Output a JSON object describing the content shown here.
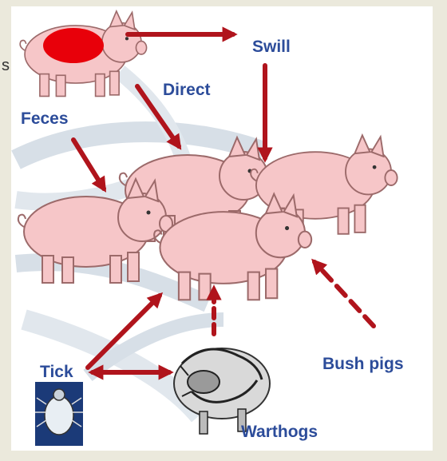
{
  "labels": {
    "swill": "Swill",
    "direct": "Direct",
    "feces": "Feces",
    "bush_pigs": "Bush pigs",
    "tick": "Tick",
    "warthogs": "Warthogs",
    "edge_letter": "s"
  },
  "colors": {
    "label_blue": "#2c4c9a",
    "arrow_red": "#b0141c",
    "pig_pink": "#f6c6c8",
    "infected_spot": "#e8000a",
    "background": "#ebe9dc",
    "panel": "#ffffff"
  },
  "icons": [
    "infected-pig-icon",
    "pig-icon",
    "tick-icon",
    "warthog-icon",
    "dna-helix-icon"
  ]
}
